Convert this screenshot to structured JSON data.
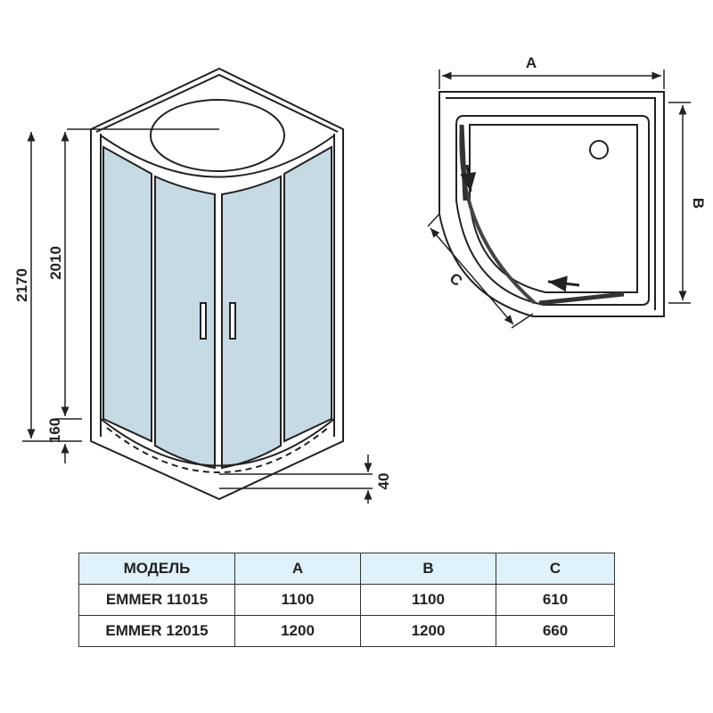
{
  "dimensions": {
    "total_height": "2170",
    "cabin_height": "2010",
    "tray_height": "160",
    "tray_depth": "40",
    "width_label": "A",
    "depth_label": "B",
    "door_label": "C"
  },
  "table": {
    "headers": [
      "МОДЕЛЬ",
      "A",
      "B",
      "C"
    ],
    "rows": [
      [
        "EMMER 11015",
        "1100",
        "1100",
        "610"
      ],
      [
        "EMMER 12015",
        "1200",
        "1200",
        "660"
      ]
    ]
  },
  "colors": {
    "glass": "#c6dae4",
    "header": "#dff1fa",
    "line": "#222222"
  }
}
